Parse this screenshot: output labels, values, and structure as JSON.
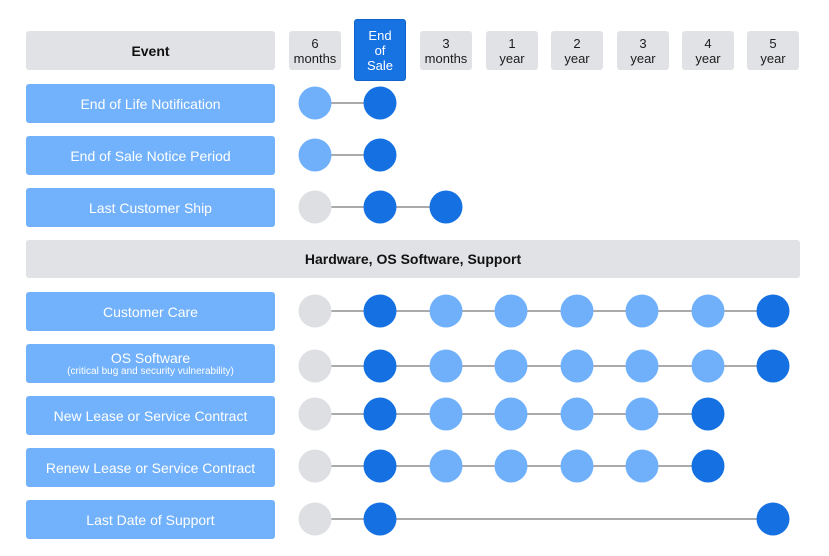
{
  "event_header": "Event",
  "section_header": "Hardware, OS Software, Support",
  "columns": [
    {
      "lines": [
        "6",
        "months"
      ],
      "highlight": false
    },
    {
      "lines": [
        "End",
        "of",
        "Sale"
      ],
      "highlight": true
    },
    {
      "lines": [
        "3",
        "months"
      ],
      "highlight": false
    },
    {
      "lines": [
        "1",
        "year"
      ],
      "highlight": false
    },
    {
      "lines": [
        "2",
        "year"
      ],
      "highlight": false
    },
    {
      "lines": [
        "3",
        "year"
      ],
      "highlight": false
    },
    {
      "lines": [
        "4",
        "year"
      ],
      "highlight": false
    },
    {
      "lines": [
        "5",
        "year"
      ],
      "highlight": false
    }
  ],
  "colors": {
    "gray": "#dddfe3",
    "light": "#70b0fb",
    "dark": "#1571e2",
    "line": "#555555"
  },
  "rows": [
    {
      "label": "End of Life Notification",
      "dots": [
        "light",
        "dark"
      ]
    },
    {
      "label": "End of Sale Notice Period",
      "dots": [
        "light",
        "dark"
      ]
    },
    {
      "label": "Last Customer Ship",
      "dots": [
        "gray",
        "dark",
        "dark"
      ]
    },
    {
      "label": "Customer Care",
      "dots": [
        "gray",
        "dark",
        "light",
        "light",
        "light",
        "light",
        "light",
        "dark"
      ]
    },
    {
      "label": "OS Software",
      "sublabel": "(critical bug and security vulnerability)",
      "dots": [
        "gray",
        "dark",
        "light",
        "light",
        "light",
        "light",
        "light",
        "dark"
      ]
    },
    {
      "label": "New Lease or Service Contract",
      "dots": [
        "gray",
        "dark",
        "light",
        "light",
        "light",
        "light",
        "dark"
      ]
    },
    {
      "label": "Renew Lease or Service Contract",
      "dots": [
        "gray",
        "dark",
        "light",
        "light",
        "light",
        "light",
        "dark"
      ]
    },
    {
      "label": "Last Date of Support",
      "dots": [
        "gray",
        "dark",
        null,
        null,
        null,
        null,
        null,
        "dark"
      ]
    }
  ]
}
